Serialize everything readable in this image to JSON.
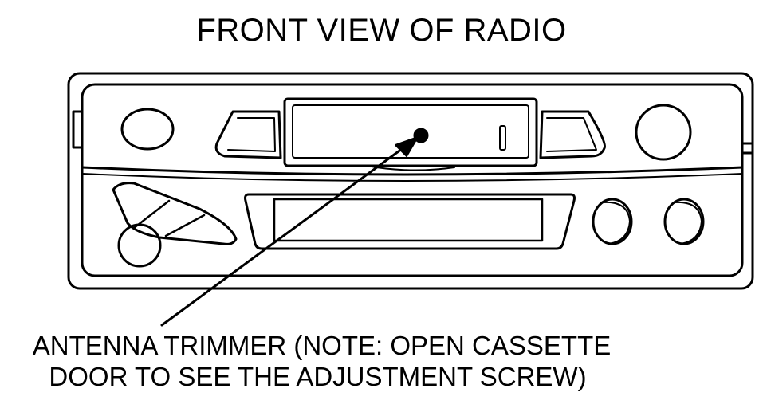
{
  "title": "FRONT VIEW OF RADIO",
  "callout": {
    "line1": "ANTENNA TRIMMER (NOTE: OPEN CASSETTE",
    "line2": "DOOR TO SEE THE ADJUSTMENT SCREW)"
  },
  "colors": {
    "stroke": "#000000",
    "background": "#ffffff"
  }
}
